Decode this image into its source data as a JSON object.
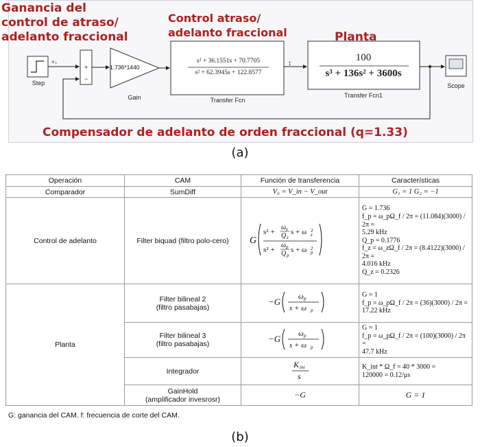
{
  "diagram": {
    "titles": {
      "ganancia": [
        "Ganancia del",
        "control de atraso/",
        "adelanto fraccional"
      ],
      "control": [
        "Control atraso/",
        "adelanto fraccional"
      ],
      "planta": "Planta",
      "compensador": "Compensador de adelanto de orden fraccional (q=1.33)"
    },
    "blocks": {
      "step": "Step",
      "gain": "Gain",
      "gain_value": "1.736*1440",
      "transfer_fcn": "Transfer Fcn",
      "tf_num": "s² + 36.1551s + 70.7705",
      "tf_den": "s² + 62.3945s + 122.8577",
      "transfer_fcn1": "Transfer Fcn1",
      "tf1_num": "100",
      "tf1_den": "s³ + 136s² + 3600s",
      "scope": "Scope"
    },
    "signs": {
      "plus": "+",
      "minus": "−",
      "step_out": "×↓",
      "arrow_mark": "↕"
    },
    "caption": "(a)"
  },
  "table": {
    "headers": [
      "Operación",
      "CAM",
      "Función de transferencia",
      "Características"
    ],
    "rows": {
      "comparador": {
        "op": "Comparador",
        "cam": "SumDiff",
        "func": "V₀ = V_in − V_out",
        "chars": "G₁ = 1  G₂ = −1"
      },
      "control": {
        "op": "Control de adelanto",
        "cam": "Filter biquad (filtro polo-cero)",
        "chars": [
          "G = 1.736",
          "f_p = ω_pΩ_f / 2π = (11.084)(3000) / 2π =",
          "5.29 kHz",
          "Q_p = 0.1776",
          "f_z = ω_zΩ_f / 2π = (8.4122)(3000) / 2π =",
          "4.016 kHz",
          "Q_z = 0.2326"
        ]
      },
      "planta": {
        "op": "Planta"
      },
      "bilineal2": {
        "cam": [
          "Filter bilineal 2",
          "(filtro pasabajas)"
        ],
        "chars": [
          "G = 1",
          "f_p = ω_pΩ_f / 2π = (36)(3000) / 2π =",
          "17.22 kHz"
        ]
      },
      "bilineal3": {
        "cam": [
          "Filter bilineal 3",
          "(filtro pasabajas)"
        ],
        "chars": [
          "G = 1",
          "f_p = ω_pΩ_f / 2π = (100)(3000) / 2π =",
          "47.7 kHz"
        ]
      },
      "integrador": {
        "cam": "Integrador",
        "chars": [
          "K_int * Ω_f = 40 * 3000 =",
          "120000 = 0.12/μs"
        ]
      },
      "gainhold": {
        "cam": [
          "GainHold",
          "(amplificador invesrosr)"
        ],
        "func": "−G",
        "chars": "G = 1"
      }
    },
    "footnote": "G: ganancia del CAM. f: frecuencia de corte del CAM.",
    "caption": "(b)"
  }
}
